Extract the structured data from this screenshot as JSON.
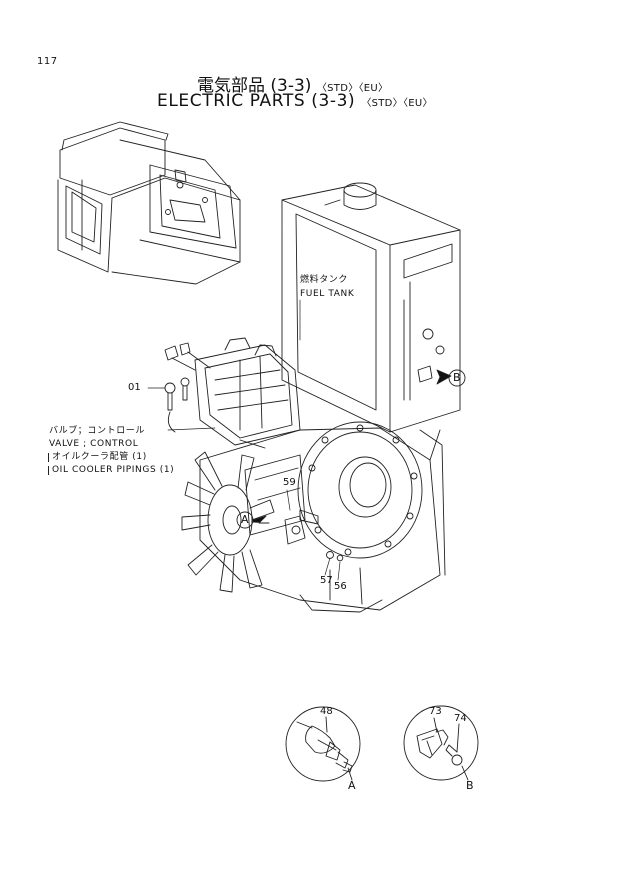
{
  "page_number": "117",
  "title": {
    "japanese": "電気部品 (3-3)",
    "english": "ELECTRIC  PARTS (3-3)",
    "tags": "〈STD〉〈EU〉"
  },
  "labels": {
    "fuel_tank_jp": "燃料タンク",
    "fuel_tank_en": "FUEL  TANK",
    "valve_jp": "バルブ；コントロール",
    "valve_en": "VALVE ; CONTROL",
    "oil_cooler_jp": "オイルクーラ配管 (1)",
    "oil_cooler_en": "OIL COOLER PIPINGS (1)"
  },
  "callouts": {
    "p01": "01",
    "p59": "59",
    "p57": "57",
    "p56": "56",
    "p48": "48",
    "p73": "73",
    "p74": "74"
  },
  "markers": {
    "a": "A",
    "b": "B"
  }
}
